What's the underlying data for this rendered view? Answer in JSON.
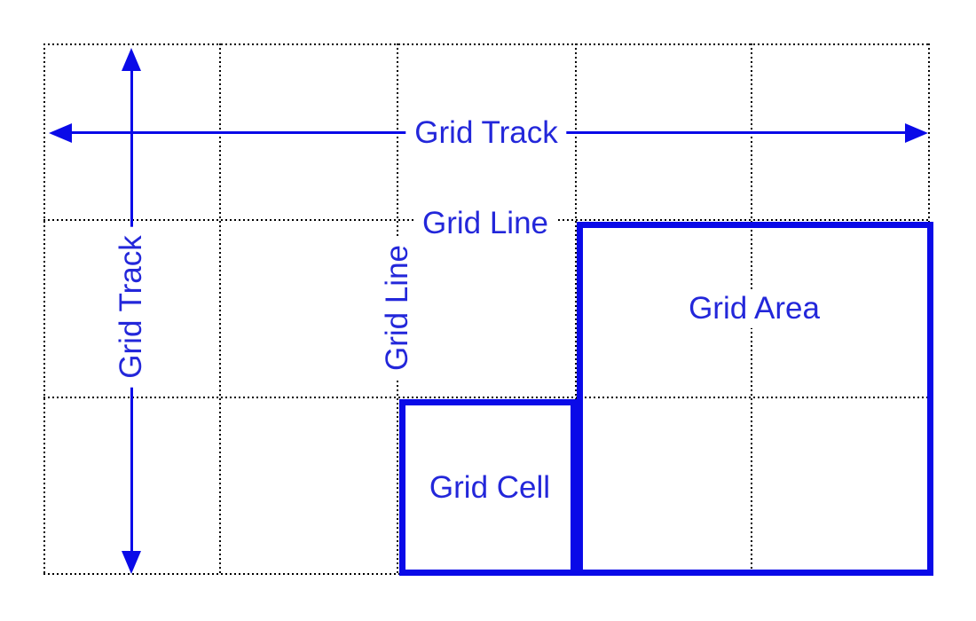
{
  "diagram": {
    "title": "CSS Grid terminology diagram",
    "grid": {
      "columns": 5,
      "rows": 3
    },
    "colors": {
      "shape_blue": "#0a0ae8",
      "label_blue": "#2327da",
      "grid_line_black": "#000000",
      "background": "#ffffff"
    },
    "labels": {
      "track_horizontal": "Grid Track",
      "track_vertical": "Grid Track",
      "line_horizontal": "Grid Line",
      "line_vertical": "Grid Line",
      "cell": "Grid Cell",
      "area": "Grid Area"
    }
  }
}
